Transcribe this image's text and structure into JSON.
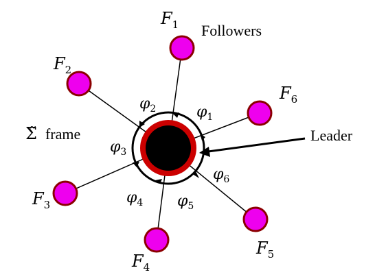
{
  "labels": {
    "followers": "Followers",
    "leader": "Leader",
    "frame_symbol": "Σ̃",
    "frame_word": "frame"
  },
  "followers": [
    {
      "letter": "F",
      "sub": "1"
    },
    {
      "letter": "F",
      "sub": "2"
    },
    {
      "letter": "F",
      "sub": "3"
    },
    {
      "letter": "F",
      "sub": "4"
    },
    {
      "letter": "F",
      "sub": "5"
    },
    {
      "letter": "F",
      "sub": "6"
    }
  ],
  "angles": [
    {
      "symbol": "φ",
      "sub": "1"
    },
    {
      "symbol": "φ",
      "sub": "2"
    },
    {
      "symbol": "φ",
      "sub": "3"
    },
    {
      "symbol": "φ",
      "sub": "4"
    },
    {
      "symbol": "φ",
      "sub": "5"
    },
    {
      "symbol": "φ",
      "sub": "6"
    }
  ],
  "colors": {
    "follower_fill": "#ee00ee",
    "follower_stroke": "#8b0000",
    "leader_core": "#000000",
    "leader_ring": "#cc0000",
    "line": "#000000"
  }
}
